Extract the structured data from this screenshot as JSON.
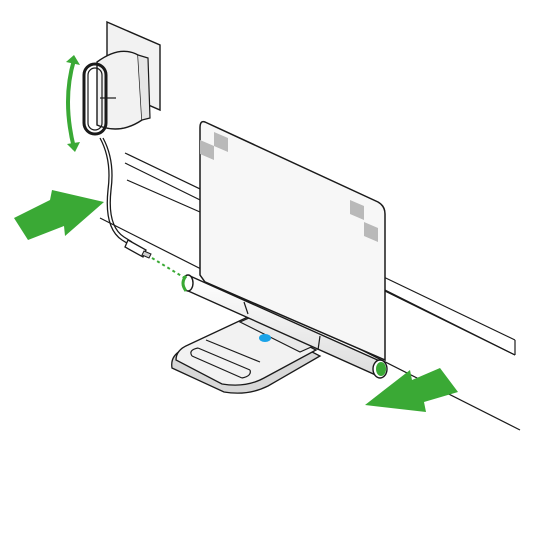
{
  "figure": {
    "kind": "installation-illustration",
    "colors": {
      "accent_green": "#3aa935",
      "indicator_blue": "#1aa3e8",
      "outline": "#1a1a1a",
      "fill_light": "#f2f2f2",
      "fill_panel": "#f7f7f7",
      "marker_gray": "#b9b9b9"
    },
    "parts": [
      {
        "id": "wall-socket",
        "icon": "wall-outlet"
      },
      {
        "id": "power-adapter",
        "icon": "plug-adapter"
      },
      {
        "id": "cable",
        "icon": "cable"
      },
      {
        "id": "connector",
        "icon": "usb-plug"
      },
      {
        "id": "hinge-bar",
        "icon": "cylinder-rail"
      },
      {
        "id": "stand-base",
        "icon": "foot-base"
      },
      {
        "id": "status-led",
        "icon": "led-dot"
      },
      {
        "id": "transparent-panel",
        "icon": "screen-panel"
      },
      {
        "id": "shelf-edge",
        "icon": "desk-edge"
      }
    ],
    "arrows": [
      {
        "id": "adapter-direction",
        "icon": "double-arrow-vertical"
      },
      {
        "id": "left-push",
        "icon": "arrow-right"
      },
      {
        "id": "right-push",
        "icon": "arrow-left"
      }
    ]
  }
}
